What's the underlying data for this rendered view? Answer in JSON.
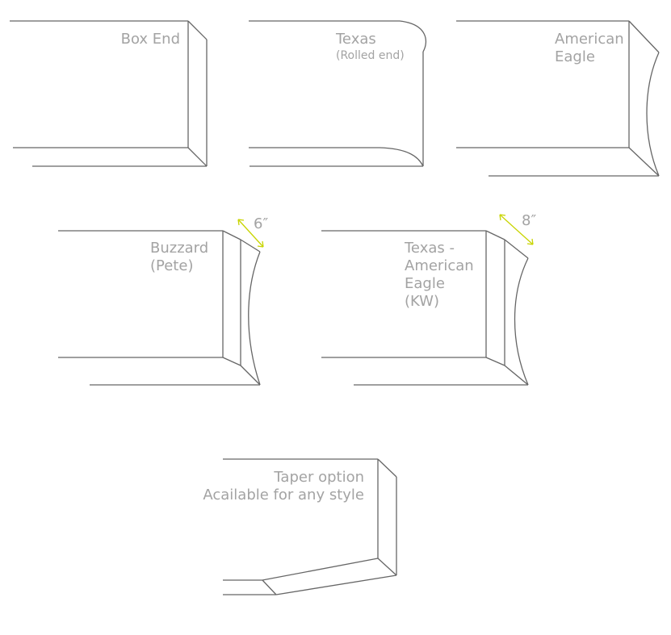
{
  "colors": {
    "outline": "#666666",
    "label": "#a3a3a3",
    "dimension": "#c8d400"
  },
  "profiles": {
    "box_end": {
      "name": "Box End"
    },
    "texas": {
      "name": "Texas",
      "note": "(Rolled end)"
    },
    "american_eagle": {
      "name_line1": "American",
      "name_line2": "Eagle"
    },
    "buzzard": {
      "name_line1": "Buzzard",
      "name_line2": "(Pete)",
      "dimension": "6″"
    },
    "texas_american_eagle": {
      "name_line1": "Texas -",
      "name_line2": "American",
      "name_line3": "Eagle",
      "name_line4": "(KW)",
      "dimension": "8″"
    },
    "taper": {
      "line1": "Taper option",
      "line2": "Acailable for any style"
    }
  }
}
